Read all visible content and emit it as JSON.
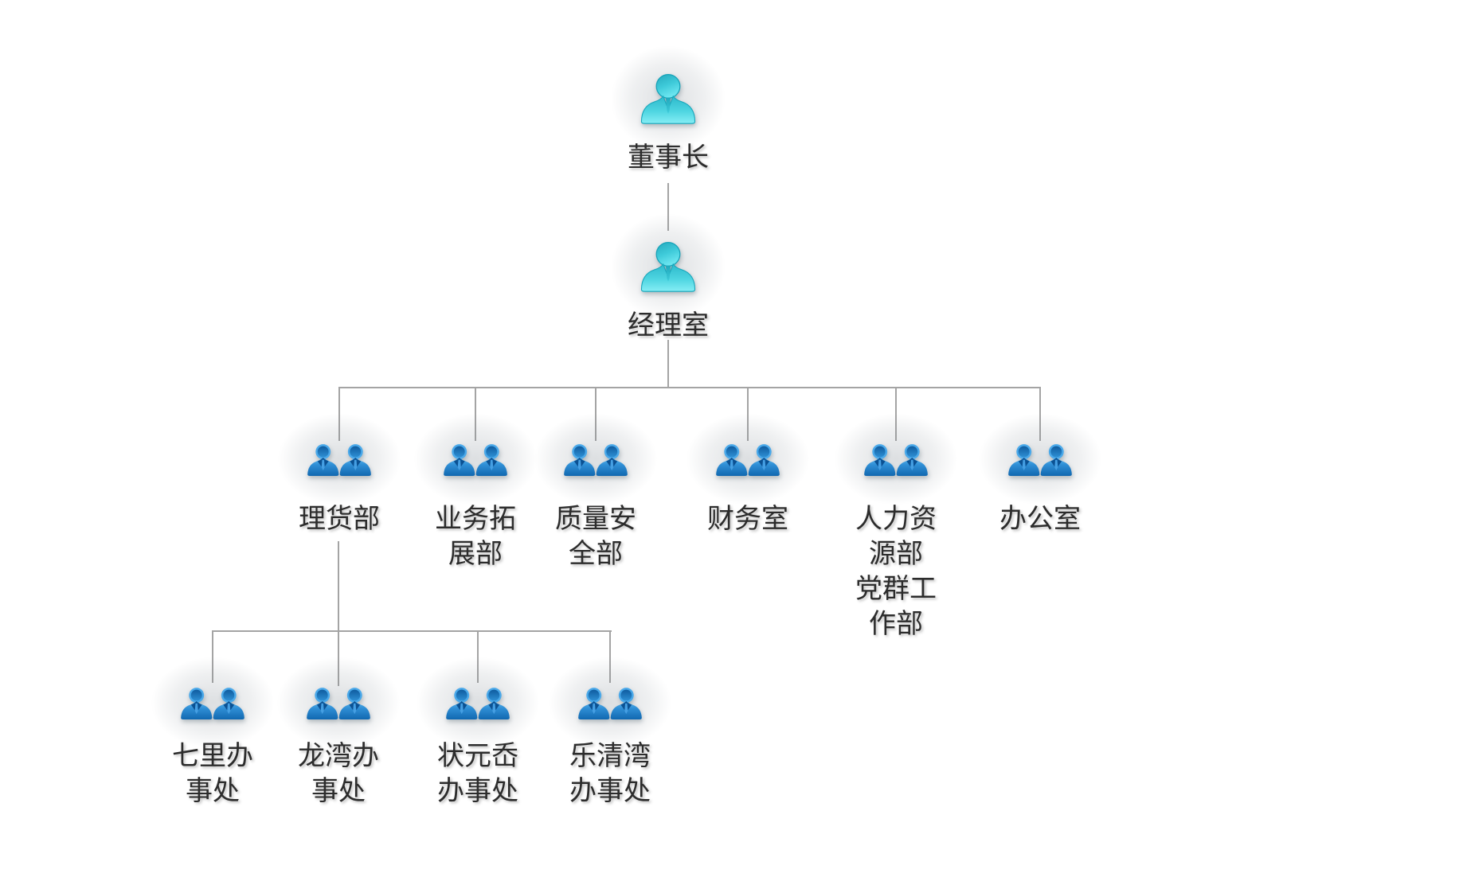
{
  "org_chart": {
    "chairman": {
      "label": "董事长"
    },
    "manager_office": {
      "label": "经理室"
    },
    "departments": [
      {
        "label": "理货部",
        "children": [
          {
            "label": "七里办\n事处"
          },
          {
            "label": "龙湾办\n事处"
          },
          {
            "label": "状元岙\n办事处"
          },
          {
            "label": "乐清湾\n办事处"
          }
        ]
      },
      {
        "label": "业务拓\n展部"
      },
      {
        "label": "质量安\n全部"
      },
      {
        "label": "财务室"
      },
      {
        "label": "人力资\n源部\n党群工\n作部"
      },
      {
        "label": "办公室"
      }
    ],
    "icons": {
      "executive": "single-person-icon",
      "department": "double-person-icon"
    },
    "colors": {
      "executive_icon_dark": "#29aec2",
      "executive_icon_light": "#86eef5",
      "department_icon_light": "#4aa9ea",
      "department_icon_dark": "#1168b0",
      "connector": "#a4a4a4",
      "text": "#2c2c2c",
      "background": "#ffffff"
    }
  }
}
